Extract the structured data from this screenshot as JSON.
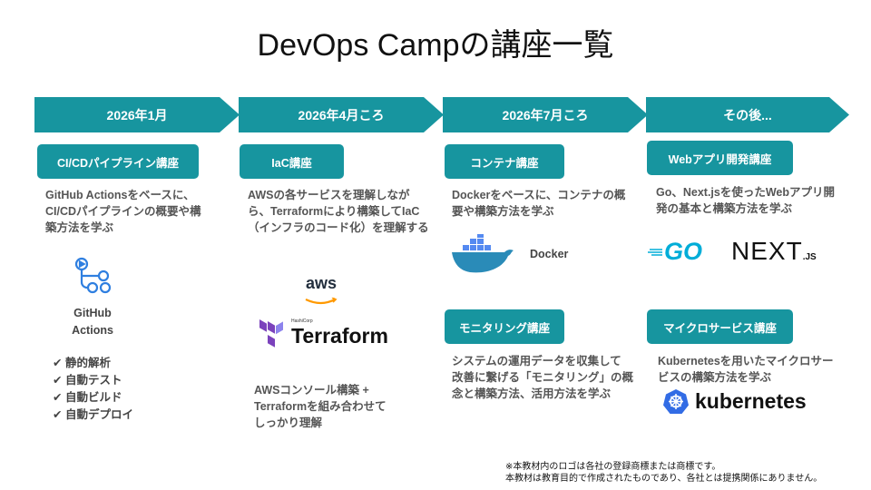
{
  "title": "DevOps Campの講座一覧",
  "colors": {
    "accent": "#17959f"
  },
  "timeline": [
    {
      "label": "2026年1月"
    },
    {
      "label": "2026年4月ころ"
    },
    {
      "label": "2026年7月ころ"
    },
    {
      "label": "その後..."
    }
  ],
  "courses": {
    "cicd": {
      "label": "CI/CDパイプライン講座",
      "desc": [
        "GitHub Actionsをベースに、",
        "CI/CDパイプラインの概要や構",
        "築方法を学ぶ"
      ],
      "logo": "GitHub Actions",
      "logo_lines": [
        "GitHub",
        "Actions"
      ],
      "checks": [
        "静的解析",
        "自動テスト",
        "自動ビルド",
        "自動デプロイ"
      ]
    },
    "iac": {
      "label": "IaC講座",
      "desc": [
        "AWSの各サービスを理解しなが",
        "ら、Terraformにより構築してIaC",
        "（インフラのコード化）を理解する"
      ],
      "aws_logo": "aws",
      "hashicorp": "HashiCorp",
      "terraform_logo": "Terraform",
      "note": [
        "AWSコンソール構築 +",
        "Terraformを組み合わせて",
        "しっかり理解"
      ]
    },
    "container": {
      "label": "コンテナ講座",
      "desc": [
        "Dockerをベースに、コンテナの概",
        "要や構築方法を学ぶ"
      ],
      "logo": "Docker"
    },
    "monitoring": {
      "label": "モニタリング講座",
      "desc": [
        "システムの運用データを収集して",
        "改善に繋げる「モニタリング」の概",
        "念と構築方法、活用方法を学ぶ"
      ]
    },
    "webapp": {
      "label": "Webアプリ開発講座",
      "desc": [
        "Go、Next.jsを使ったWebアプリ開",
        "発の基本と構築方法を学ぶ"
      ],
      "go_logo": "GO",
      "next_logo": "NEXT",
      "next_suffix": ".JS"
    },
    "micro": {
      "label": "マイクロサービス講座",
      "desc": [
        "Kubernetesを用いたマイクロサー",
        "ビスの構築方法を学ぶ"
      ],
      "logo": "kubernetes"
    }
  },
  "footnote": [
    "※本教材内のロゴは各社の登録商標または商標です。",
    "本教材は教育目的で作成されたものであり、各社とは提携関係にありません。"
  ]
}
